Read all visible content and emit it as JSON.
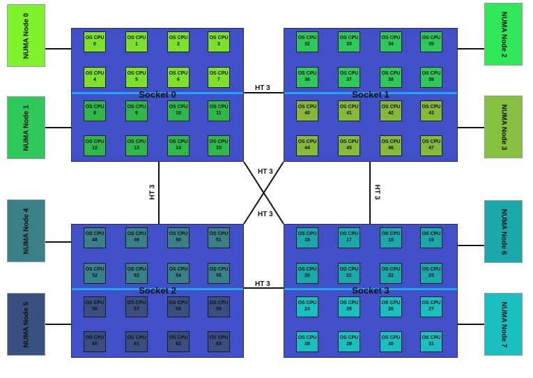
{
  "sockets": [
    {
      "id": 0,
      "label": "Socket 0",
      "color_top": "#7fe02a",
      "color_bottom": "#2fb84a",
      "cpus": [
        "0",
        "1",
        "2",
        "3",
        "4",
        "5",
        "6",
        "7",
        "8",
        "9",
        "10",
        "11",
        "12",
        "13",
        "14",
        "15"
      ]
    },
    {
      "id": 1,
      "label": "Socket 1",
      "color_top": "#2fc85a",
      "color_bottom": "#86b83a",
      "cpus": [
        "32",
        "33",
        "34",
        "35",
        "36",
        "37",
        "38",
        "39",
        "40",
        "41",
        "42",
        "43",
        "44",
        "45",
        "46",
        "47"
      ]
    },
    {
      "id": 2,
      "label": "Socket 2",
      "color_top": "#3a8088",
      "color_bottom": "#3a4f80",
      "cpus": [
        "48",
        "49",
        "50",
        "51",
        "52",
        "53",
        "54",
        "55",
        "56",
        "57",
        "58",
        "59",
        "60",
        "61",
        "62",
        "63"
      ]
    },
    {
      "id": 3,
      "label": "Socket 3",
      "color_top": "#1aa8aa",
      "color_bottom": "#1ac0c0",
      "cpus": [
        "16",
        "17",
        "18",
        "19",
        "20",
        "21",
        "22",
        "23",
        "24",
        "25",
        "26",
        "27",
        "28",
        "29",
        "30",
        "31"
      ]
    }
  ],
  "cpu_prefix": "OS CPU",
  "numa_nodes": [
    {
      "label": "NUMA Node 0",
      "color": "#7ef22a"
    },
    {
      "label": "NUMA Node 1",
      "color": "#2fc85a"
    },
    {
      "label": "NUMA Node 2",
      "color": "#2fe85a"
    },
    {
      "label": "NUMA Node 3",
      "color": "#86c040"
    },
    {
      "label": "NUMA Node 4",
      "color": "#3a8088"
    },
    {
      "label": "NUMA Node 5",
      "color": "#3a5080"
    },
    {
      "label": "NUMA Node 6",
      "color": "#1aa8aa"
    },
    {
      "label": "NUMA Node 7",
      "color": "#1ac0c0"
    }
  ],
  "links": {
    "ht_label": "HT 3"
  },
  "colors": {
    "socket_fill": "#4050c8",
    "divider": "#22aaf0"
  }
}
